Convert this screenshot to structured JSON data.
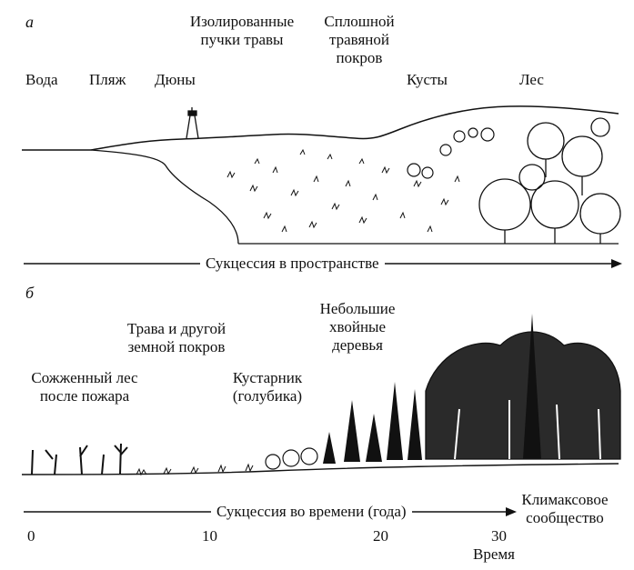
{
  "panel_a": {
    "letter": "а",
    "labels": {
      "water": "Вода",
      "beach": "Пляж",
      "dunes": "Дюны",
      "isolated_grass_1": "Изолированные",
      "isolated_grass_2": "пучки травы",
      "continuous_grass_1": "Сплошной",
      "continuous_grass_2": "травяной",
      "continuous_grass_3": "покров",
      "shrubs": "Кусты",
      "forest": "Лес"
    },
    "axis_label": "Сукцессия в пространстве"
  },
  "panel_b": {
    "letter": "б",
    "labels": {
      "burned_forest_1": "Сожженный лес",
      "burned_forest_2": "после пожара",
      "grass_ground_1": "Трава и другой",
      "grass_ground_2": "земной покров",
      "shrub_1": "Кустарник",
      "shrub_2": "(голубика)",
      "small_conifers_1": "Небольшие",
      "small_conifers_2": "хвойные",
      "small_conifers_3": "деревья",
      "climax_1": "Климаксовое",
      "climax_2": "сообщество"
    },
    "axis_label": "Сукцессия во времени (года)",
    "ticks": [
      "0",
      "10",
      "20",
      "30"
    ],
    "time_label": "Время"
  },
  "colors": {
    "ink": "#111111",
    "paper": "#ffffff"
  }
}
